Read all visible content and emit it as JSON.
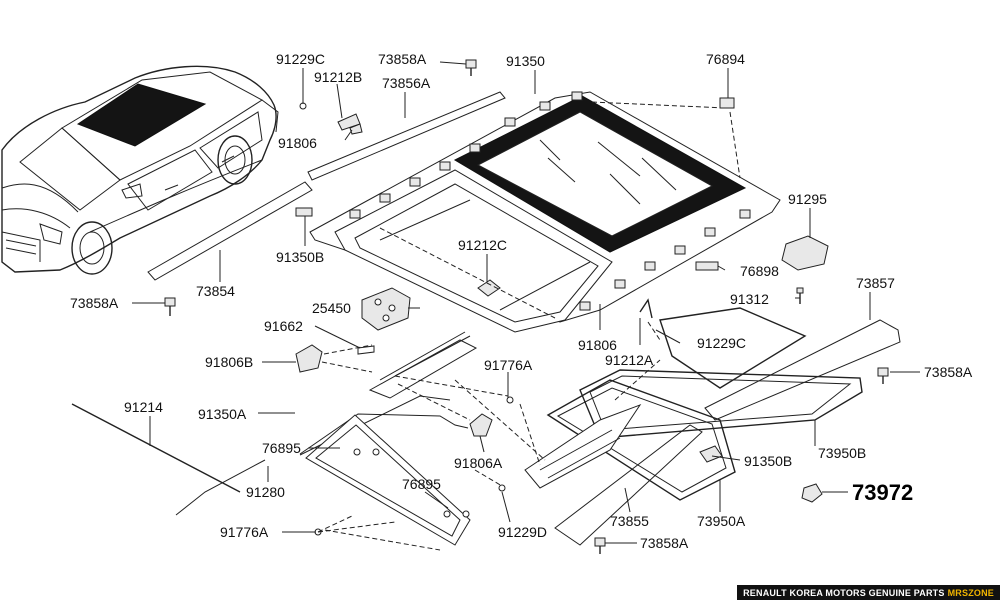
{
  "diagram": {
    "title": "Sunroof assembly",
    "labels": {
      "p91229C_top": "91229C",
      "p73858A_top": "73858A",
      "p91350": "91350",
      "p76894": "76894",
      "p91212B": "91212B",
      "p73856A": "73856A",
      "p91806_top": "91806",
      "p91295": "91295",
      "p91350B_left": "91350B",
      "p91212C": "91212C",
      "p76898": "76898",
      "p73858A_left": "73858A",
      "p73854": "73854",
      "p91312": "91312",
      "p73857": "73857",
      "p25450": "25450",
      "p91662": "91662",
      "p91806_mid": "91806",
      "p91229C_mid": "91229C",
      "p91806B": "91806B",
      "p91212A": "91212A",
      "p91776A_mid": "91776A",
      "p73858A_right": "73858A",
      "p91214": "91214",
      "p91350A": "91350A",
      "p73950B": "73950B",
      "p76895_a": "76895",
      "p91806A": "91806A",
      "p91350B_right": "91350B",
      "p91280": "91280",
      "p76895_b": "76895",
      "p73972": "73972",
      "p91776A_bot": "91776A",
      "p91229D": "91229D",
      "p73855": "73855",
      "p73950A": "73950A",
      "p73858A_bot": "73858A"
    }
  },
  "footer": {
    "brand": "RENAULT KOREA MOTORS GENUINE PARTS",
    "site": "MRSZONE"
  }
}
